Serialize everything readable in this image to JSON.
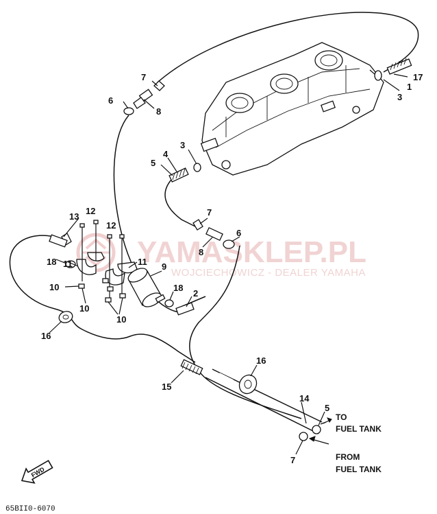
{
  "watermark": {
    "brand": "YAMASKLEP.PL",
    "tagline": "WOJCIECHOWICZ - DEALER YAMAHA"
  },
  "callouts": [
    {
      "id": "1",
      "label": "1"
    },
    {
      "id": "2",
      "label": "2"
    },
    {
      "id": "3a",
      "label": "3"
    },
    {
      "id": "3b",
      "label": "3"
    },
    {
      "id": "4",
      "label": "4"
    },
    {
      "id": "5a",
      "label": "5"
    },
    {
      "id": "5b",
      "label": "5"
    },
    {
      "id": "6a",
      "label": "6"
    },
    {
      "id": "6b",
      "label": "6"
    },
    {
      "id": "7a",
      "label": "7"
    },
    {
      "id": "7b",
      "label": "7"
    },
    {
      "id": "7c",
      "label": "7"
    },
    {
      "id": "8a",
      "label": "8"
    },
    {
      "id": "8b",
      "label": "8"
    },
    {
      "id": "9",
      "label": "9"
    },
    {
      "id": "10a",
      "label": "10"
    },
    {
      "id": "10b",
      "label": "10"
    },
    {
      "id": "10c",
      "label": "10"
    },
    {
      "id": "11a",
      "label": "11"
    },
    {
      "id": "11b",
      "label": "11"
    },
    {
      "id": "12a",
      "label": "12"
    },
    {
      "id": "12b",
      "label": "12"
    },
    {
      "id": "13",
      "label": "13"
    },
    {
      "id": "14",
      "label": "14"
    },
    {
      "id": "15",
      "label": "15"
    },
    {
      "id": "16a",
      "label": "16"
    },
    {
      "id": "16b",
      "label": "16"
    },
    {
      "id": "17",
      "label": "17"
    },
    {
      "id": "18a",
      "label": "18"
    },
    {
      "id": "18b",
      "label": "18"
    }
  ],
  "flow_labels": {
    "to_line1": "TO",
    "to_line2": "FUEL TANK",
    "from_line1": "FROM",
    "from_line2": "FUEL TANK"
  },
  "fwd_label": "FWD",
  "drawing_code": "65BII0-6070"
}
